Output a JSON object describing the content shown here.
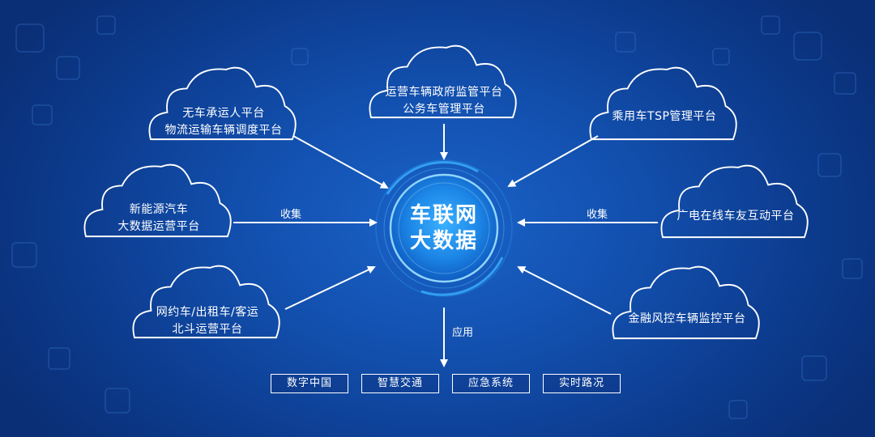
{
  "center": {
    "line1": "车联网",
    "line2": "大数据"
  },
  "clouds": {
    "top": {
      "line1": "运营车辆政府监管平台",
      "line2": "公务车管理平台"
    },
    "top_left": {
      "line1": "无车承运人平台",
      "line2": "物流运输车辆调度平台"
    },
    "mid_left": {
      "line1": "新能源汽车",
      "line2": "大数据运营平台"
    },
    "bottom_left": {
      "line1": "网约车/出租车/客运",
      "line2": "北斗运营平台"
    },
    "top_right": {
      "line1": "乘用车TSP管理平台"
    },
    "mid_right": {
      "line1": "广电在线车友互动平台"
    },
    "bottom_right": {
      "line1": "金融风控车辆监控平台"
    }
  },
  "labels": {
    "collect_left": "收集",
    "collect_right": "收集",
    "apply": "应用"
  },
  "applications": [
    "数字中国",
    "智慧交通",
    "应急系统",
    "实时路况"
  ],
  "colors": {
    "background": "#124fad",
    "line": "#ffffff",
    "core": "#1c86e6"
  }
}
